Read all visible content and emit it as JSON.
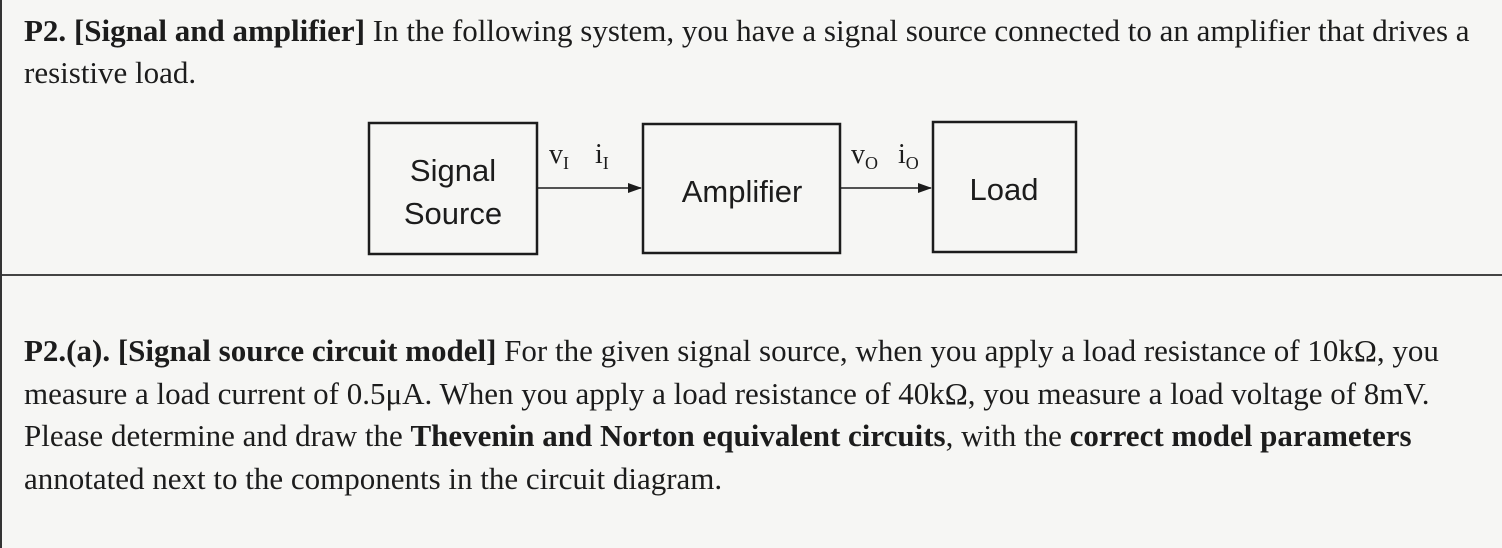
{
  "problem": {
    "label": "P2.",
    "title": "[Signal and amplifier]",
    "intro": "In the following system, you have a signal source connected to an amplifier that drives a resistive load."
  },
  "diagram": {
    "source_line1": "Signal",
    "source_line2": "Source",
    "amplifier": "Amplifier",
    "load": "Load",
    "input_voltage_sym": "v",
    "input_voltage_sub": "I",
    "input_current_sym": "i",
    "input_current_sub": "I",
    "output_voltage_sym": "v",
    "output_voltage_sub": "O",
    "output_current_sym": "i",
    "output_current_sub": "O"
  },
  "part_a": {
    "label": "P2.(a).",
    "title": "[Signal source circuit model]",
    "text1": "For the given signal source, when you apply a load resistance of 10kΩ, you measure a load current of 0.5μA. When you apply a load resistance of 40kΩ, you measure a load voltage of 8mV.",
    "text2_pre": "Please determine and draw the",
    "text2_bold1": "Thevenin and Norton equivalent circuits",
    "text2_mid": ", with the",
    "text2_bold2": "correct model parameters",
    "text2_post": "annotated next to the components in the circuit diagram."
  }
}
